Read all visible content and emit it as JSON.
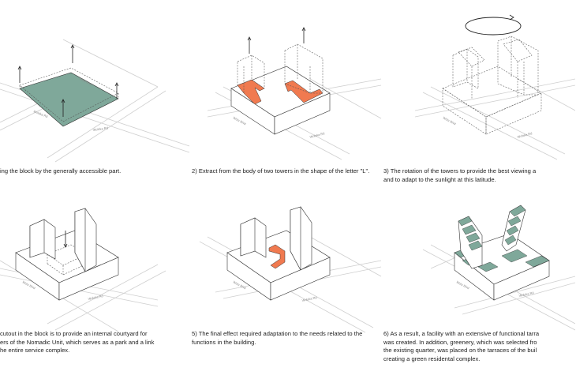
{
  "steps": [
    {
      "caption": "ing the block by the generally accessible part.",
      "street_a": "Wola Blvd",
      "street_b": "Wolska Rd"
    },
    {
      "caption": "2) Extract from the body of two towers in the shape of the letter \"L\".",
      "street_a": "Wola Blvd",
      "street_b": "Wolska Rd"
    },
    {
      "caption": "3) The rotation of the towers to provide the best viewing a\nand to adapt to the sunlight at this latitude.",
      "street_a": "Wola Blvd",
      "street_b": "Wolska Rd"
    },
    {
      "caption": " cutout in the block is to provide an internal courtyard for\ners of the Nomadic Unit, which serves as a park and a link\nhe entire service complex.",
      "street_a": "Wola Blvd",
      "street_b": "Wolska Rd"
    },
    {
      "caption": "5) The final effect required adaptation to the needs related to the\nfunctions in the building.",
      "street_a": "Wola Blvd",
      "street_b": "Wolska Rd"
    },
    {
      "caption": "6) As a result, a facility with an extensive of functional tarra\nwas created. In addition, greenery, which was selected fro\nthe existing quarter, was placed on the tarraces of the buil\ncreating a green residental complex.",
      "street_a": "Wola Blvd",
      "street_b": "Wolska Rd"
    }
  ],
  "colors": {
    "green": "#7fa89a",
    "orange": "#f07a50",
    "line": "#333333",
    "street": "#cfcfcf"
  }
}
